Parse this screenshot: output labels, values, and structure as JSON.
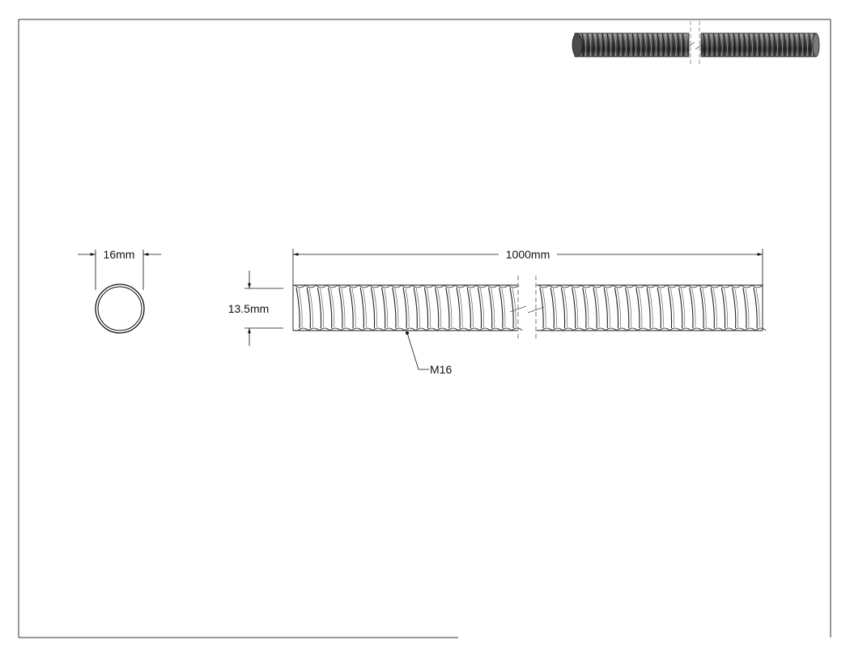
{
  "drawing": {
    "dimensions": {
      "outer_diameter": "16mm",
      "length": "1000mm",
      "minor_diameter": "13.5mm"
    },
    "callouts": {
      "thread_size": "M16"
    }
  },
  "colors": {
    "line": "#111111",
    "frame": "#333333",
    "thread_dark": "#2b2b2b",
    "thread_mid": "#6a6a6a",
    "thread_light": "#b5b5b5"
  },
  "icons": {
    "iso_view": "threaded-rod-icon",
    "end_view": "circle-end-view-icon"
  }
}
